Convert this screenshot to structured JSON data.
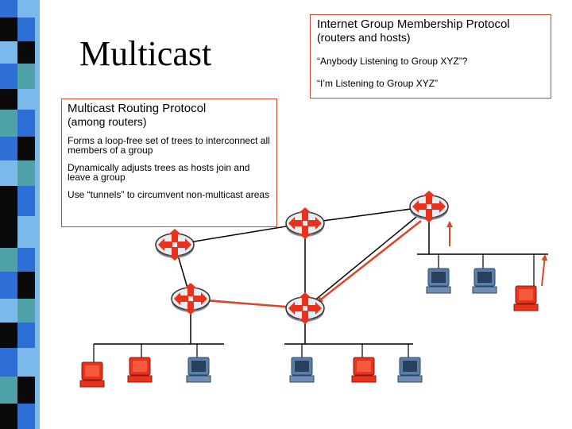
{
  "slide": {
    "title": "Multicast",
    "stripe_colors": [
      "#2e6fd6",
      "#7ab9ea",
      "#0a0a0a",
      "#4fa3a8"
    ]
  },
  "igmp": {
    "title": "Internet Group Membership Protocol",
    "subtitle": "(routers and hosts)",
    "query": "“Anybody Listening to Group XYZ”?",
    "reply": "“I’m Listening to Group XYZ”"
  },
  "mrp": {
    "title": "Multicast Routing Protocol",
    "subtitle": "(among routers)",
    "points": [
      "Forms a loop-free set of trees to interconnect all members of a group",
      "Dynamically adjusts trees as hosts join and leave a group",
      "Use “tunnels” to circumvent non-multicast areas"
    ]
  },
  "network": {
    "router_icon": "router-icon",
    "host_icon": "computer-icon",
    "member_color": "#e8321c",
    "nonmember_color": "#5a7fa8",
    "link_color": "#d9472a"
  }
}
